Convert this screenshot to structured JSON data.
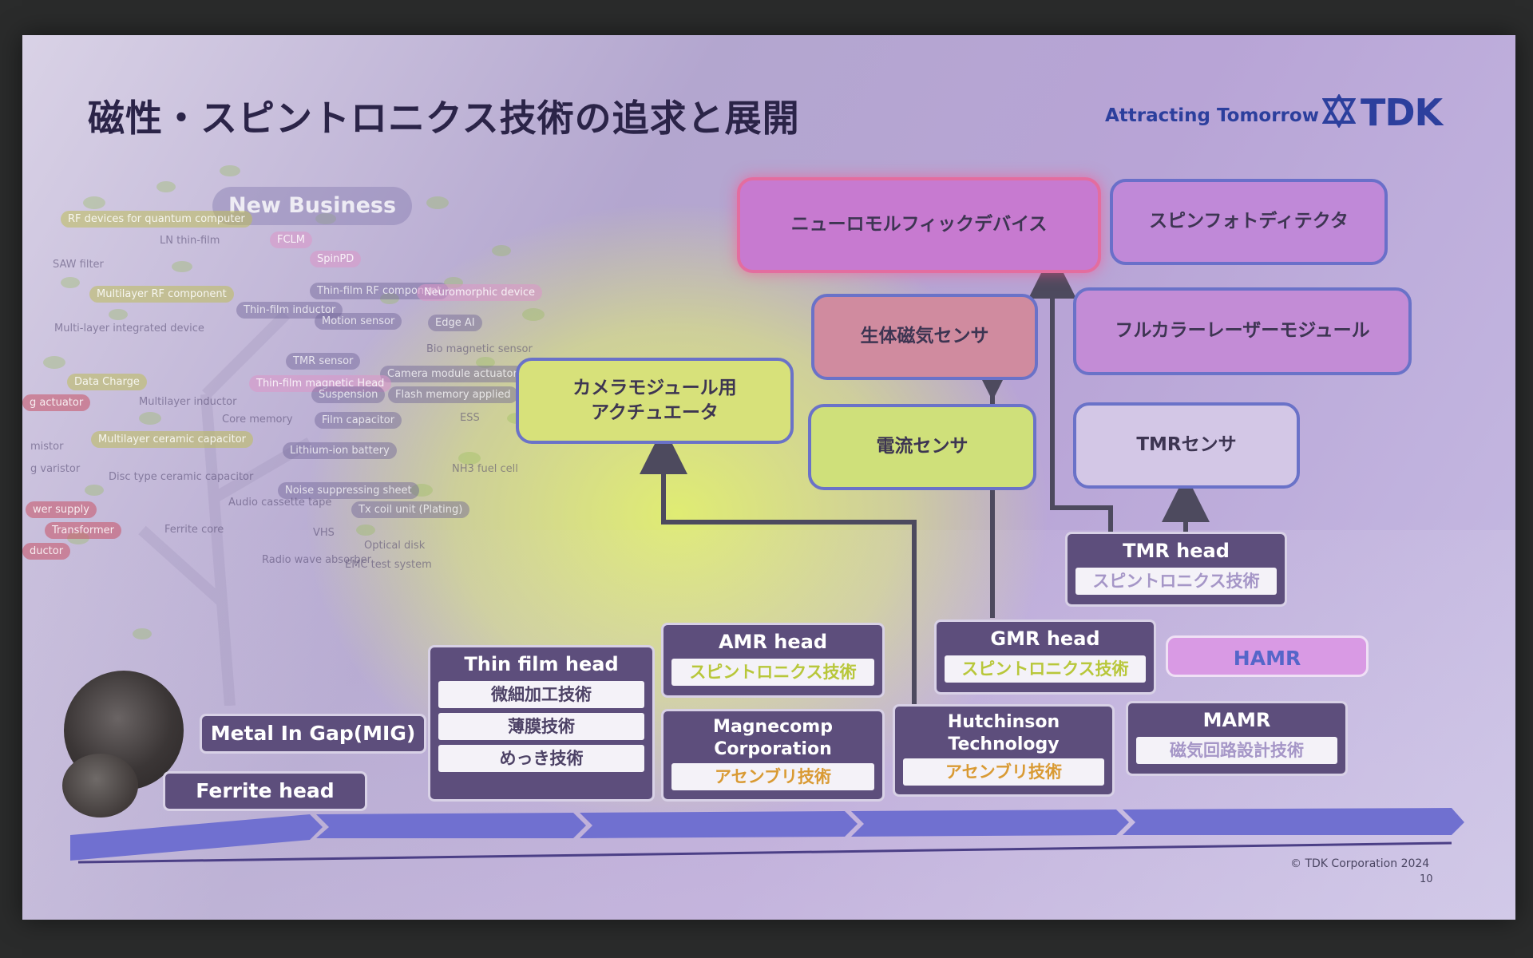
{
  "title": "磁性・スピントロニクス技術の追求と展開",
  "tagline": "Attracting Tomorrow",
  "logo": "TDK",
  "tree": {
    "new_business": "New Business",
    "items": [
      "RF devices for quantum computer",
      "LN thin-film",
      "FCLM",
      "SpinPD",
      "SAW filter",
      "Multilayer RF component",
      "Thin-film RF component",
      "Neuromorphic device",
      "Thin-film inductor",
      "Motion sensor",
      "Edge AI",
      "Multi-layer integrated device",
      "TMR sensor",
      "Bio magnetic sensor",
      "Camera module actuator",
      "Data Charge",
      "Thin-film magnetic Head",
      "Suspension",
      "Flash memory applied",
      "g actuator",
      "Multilayer inductor",
      "Core memory",
      "Film capacitor",
      "ESS",
      "mistor",
      "Multilayer ceramic capacitor",
      "Lithium-ion battery",
      "NH3 fuel cell",
      "g varistor",
      "Disc type ceramic capacitor",
      "Noise suppressing sheet",
      "wer supply",
      "Audio cassette tape",
      "Tx coil unit (Plating)",
      "Transformer",
      "Ferrite core",
      "VHS",
      "Optical disk",
      "ductor",
      "Radio wave absorber",
      "EMC test system"
    ]
  },
  "products": {
    "neuro": "ニューロモルフィックデバイス",
    "spinphoto": "スピンフォトディテクタ",
    "bio": "生体磁気センサ",
    "laser": "フルカラーレーザーモジュール",
    "camera_line1": "カメラモジュール用",
    "camera_line2": "アクチュエータ",
    "current": "電流センサ",
    "tmr_sensor": "TMRセンサ"
  },
  "tech": {
    "tmr_head": {
      "name": "TMR head",
      "sub": "スピントロニクス技術"
    },
    "gmr_head": {
      "name": "GMR head",
      "sub": "スピントロニクス技術"
    },
    "amr_head": {
      "name": "AMR head",
      "sub": "スピントロニクス技術"
    },
    "hamr": "HAMR",
    "mamr": {
      "name": "MAMR",
      "sub": "磁気回路設計技術"
    },
    "hutchinson": {
      "line1": "Hutchinson",
      "line2": "Technology",
      "sub": "アセンブリ技術"
    },
    "magnecomp": {
      "line1": "Magnecomp",
      "line2": "Corporation",
      "sub": "アセンブリ技術"
    },
    "thinfilm": {
      "name": "Thin film head",
      "subs": [
        "微細加工技術",
        "薄膜技術",
        "めっき技術"
      ]
    },
    "mig": "Metal In Gap(MIG)",
    "ferrite": "Ferrite head"
  },
  "footer": {
    "copyright": "© TDK Corporation 2024",
    "page": "10"
  },
  "colors": {
    "brand_blue": "#2c3f9d",
    "tech_purple": "#5d4e7c",
    "neuro_pink": "#c77ad0",
    "highlight_yellow": "#d7e17a",
    "timeline": "#7070d0"
  }
}
